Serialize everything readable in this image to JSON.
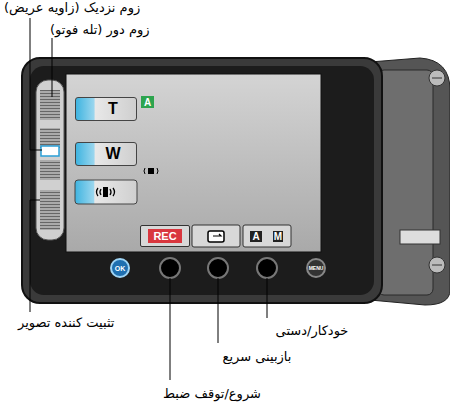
{
  "diagram": {
    "nodes": [
      {
        "text": [
          "T"
        ]
      },
      {
        "text": [
          "W"
        ]
      },
      {
        "text": [
          "REC"
        ]
      }
    ],
    "labels": [
      "زوم نزدیک (زاویه عریض)",
      "زوم دور (تله فوتو)",
      "A",
      "A",
      "M",
      "OK",
      "MENU",
      "تثبیت کننده تصویر",
      "خودکار/دستی",
      "بازبینی سریع",
      "شروع/توقف ضبط"
    ]
  }
}
